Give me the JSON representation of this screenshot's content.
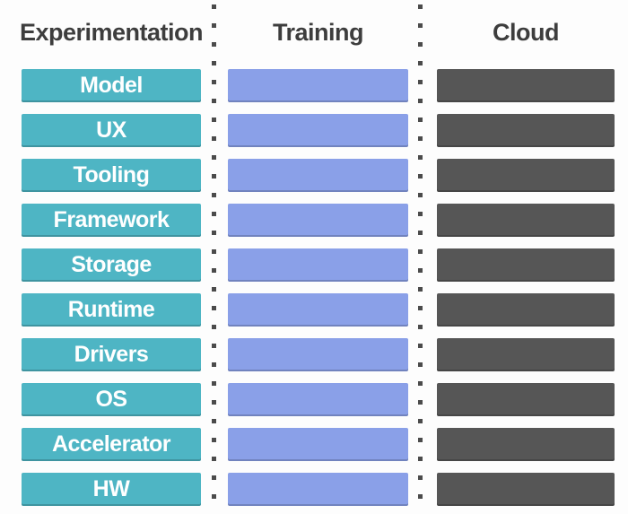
{
  "diagram": {
    "columns": [
      {
        "id": "experimentation",
        "header": "Experimentation",
        "fill": "#4eb5c4",
        "labeled": true
      },
      {
        "id": "training",
        "header": "Training",
        "fill": "#8aa0e8",
        "labeled": false
      },
      {
        "id": "cloud",
        "header": "Cloud",
        "fill": "#565656",
        "labeled": false
      }
    ],
    "rows": [
      "Model",
      "UX",
      "Tooling",
      "Framework",
      "Storage",
      "Runtime",
      "Drivers",
      "OS",
      "Accelerator",
      "HW"
    ],
    "colors": {
      "background": "#fdfdfd",
      "header_text": "#3d3d3d",
      "divider_dot": "#4b4b4b",
      "label_text": "#ffffff"
    }
  }
}
